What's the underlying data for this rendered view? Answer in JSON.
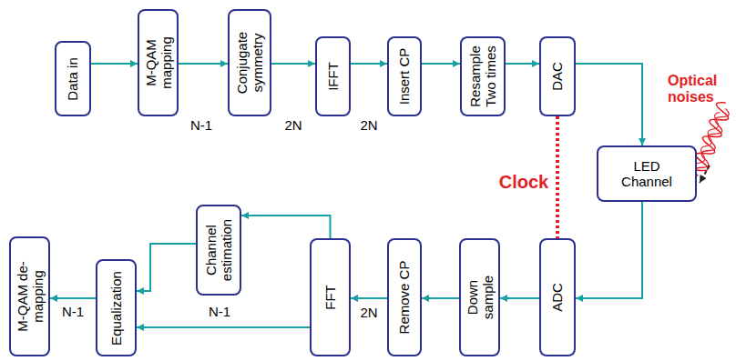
{
  "diagram": {
    "nodes": [
      {
        "text": [
          "Data in"
        ]
      },
      {
        "text": [
          "M-QAM mapping"
        ]
      },
      {
        "text": [
          "Conjugate symmetry"
        ]
      },
      {
        "text": [
          "IFFT"
        ]
      },
      {
        "text": [
          "Insert CP"
        ]
      },
      {
        "text": [
          "Resample Two times"
        ]
      },
      {
        "text": [
          "DAC"
        ]
      },
      {
        "text": [
          "LED Channel"
        ]
      },
      {
        "text": [
          "ADC"
        ]
      },
      {
        "text": [
          "Down sample"
        ]
      },
      {
        "text": [
          "Remove CP"
        ]
      },
      {
        "text": [
          "FFT"
        ]
      },
      {
        "text": [
          "Channel estimation"
        ]
      },
      {
        "text": [
          "Equalization"
        ]
      },
      {
        "text": [
          "M-QAM de-mapping"
        ]
      }
    ],
    "edges": [
      {
        "from": 0,
        "to": 1,
        "arrow": "to"
      },
      {
        "from": 1,
        "to": 2,
        "label": "N-1",
        "arrow": "to"
      },
      {
        "from": 2,
        "to": 3,
        "label": "2N",
        "arrow": "to"
      },
      {
        "from": 3,
        "to": 4,
        "label": "2N",
        "arrow": "to"
      },
      {
        "from": 4,
        "to": 5,
        "arrow": "to"
      },
      {
        "from": 5,
        "to": 6,
        "arrow": "to"
      },
      {
        "from": 6,
        "to": 7,
        "arrow": "to"
      },
      {
        "from": 7,
        "to": 8,
        "arrow": "to"
      },
      {
        "from": 8,
        "to": 9,
        "arrow": "to"
      },
      {
        "from": 9,
        "to": 10,
        "arrow": "to"
      },
      {
        "from": 10,
        "to": 11,
        "label": "2N",
        "arrow": "to"
      },
      {
        "from": 11,
        "to": 12,
        "arrow": "to"
      },
      {
        "from": 11,
        "to": 13,
        "label": "N-1",
        "arrow": "to"
      },
      {
        "from": 12,
        "to": 13,
        "arrow": "to"
      },
      {
        "from": 13,
        "to": 14,
        "label": "N-1",
        "arrow": "to"
      },
      {
        "from": 6,
        "to": 8,
        "label": "Clock",
        "arrow": "none"
      }
    ],
    "labels": [
      "Optical noises"
    ]
  }
}
